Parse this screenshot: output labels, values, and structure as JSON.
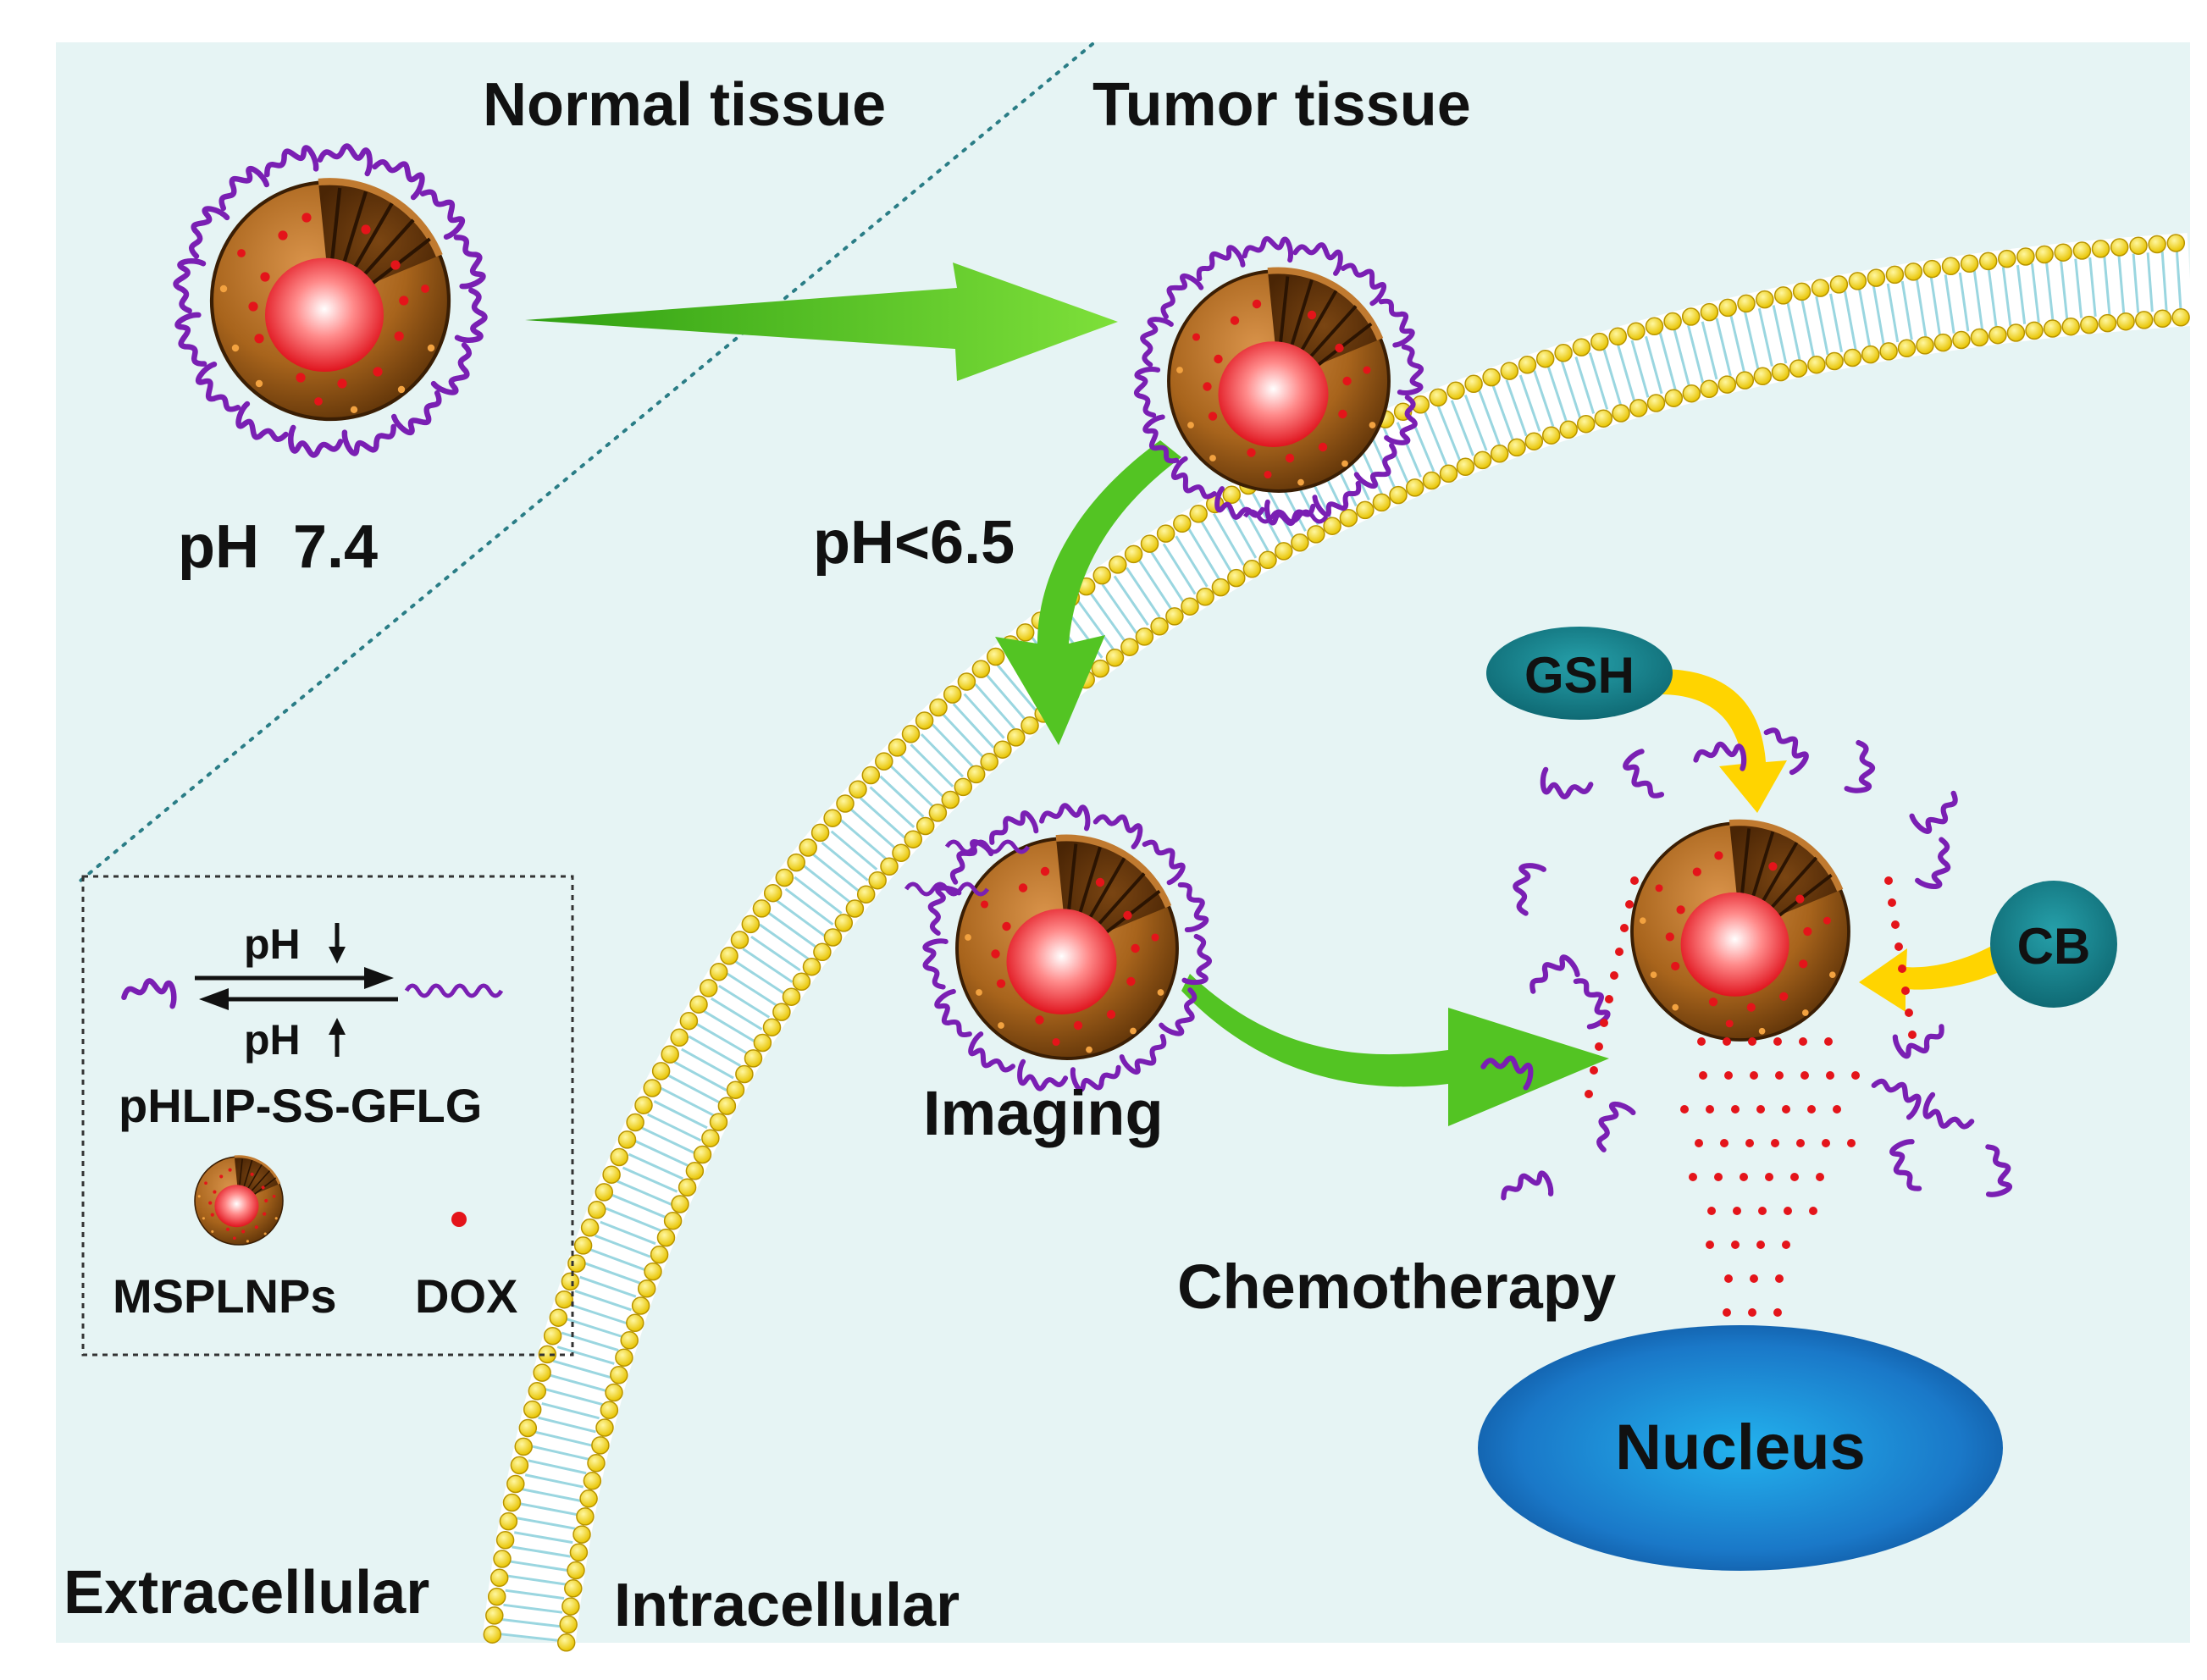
{
  "labels": {
    "normal_tissue": "Normal tissue",
    "tumor_tissue": "Tumor tissue",
    "ph_normal": "pH  7.4",
    "ph_tumor": "pH<6.5",
    "imaging": "Imaging",
    "chemotherapy": "Chemotherapy",
    "nucleus": "Nucleus",
    "extracellular": "Extracellular",
    "intracellular": "Intracellular",
    "gsh": "GSH",
    "cb": "CB"
  },
  "legend": {
    "ph_down": "pH",
    "ph_up": "pH",
    "peptide_name": "pHLIP-SS-GFLG",
    "nanoparticle": "MSPLNPs",
    "drug": "DOX"
  },
  "colors": {
    "background": "#e6f4f4",
    "peptide": "#7a1fb3",
    "nanoparticle": "#a8641c",
    "drug": "#e4141a",
    "membrane_head": "#ffe21a",
    "arrow_green": "#55cc22",
    "arrow_yellow": "#ffd400",
    "badge_teal": "#147e88",
    "nucleus": "#1e7fcf"
  }
}
